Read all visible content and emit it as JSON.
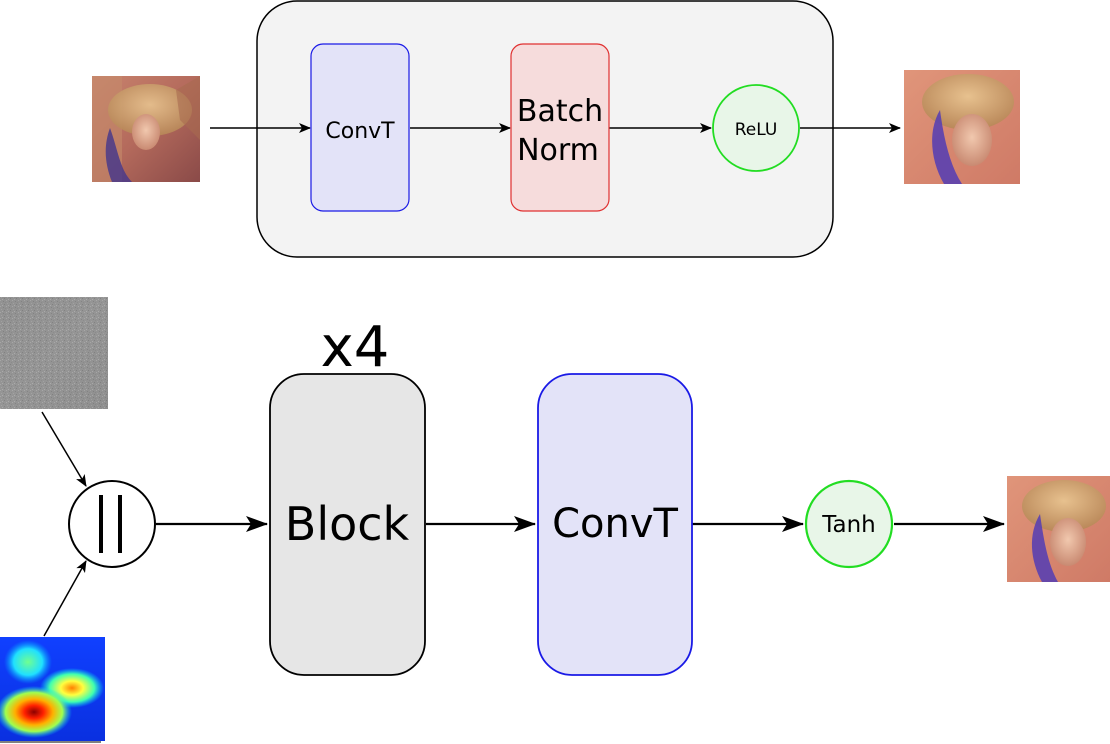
{
  "top_block": {
    "convt_label": "ConvT",
    "batchnorm_line1": "Batch",
    "batchnorm_line2": "Norm",
    "relu_label": "ReLU"
  },
  "bottom_pipeline": {
    "concat_symbol": "||",
    "repeat_label": "x4",
    "block_label": "Block",
    "convt_label": "ConvT",
    "tanh_label": "Tanh"
  },
  "colors": {
    "container_fill": "#f3f3f3",
    "convt_fill": "#e3e3f8",
    "convt_stroke": "#1a1ae6",
    "batchnorm_fill": "#f6dcdc",
    "batchnorm_stroke": "#e03030",
    "activation_fill": "#e8f6e8",
    "activation_stroke": "#22dd22",
    "block_fill": "#e6e6e6"
  }
}
